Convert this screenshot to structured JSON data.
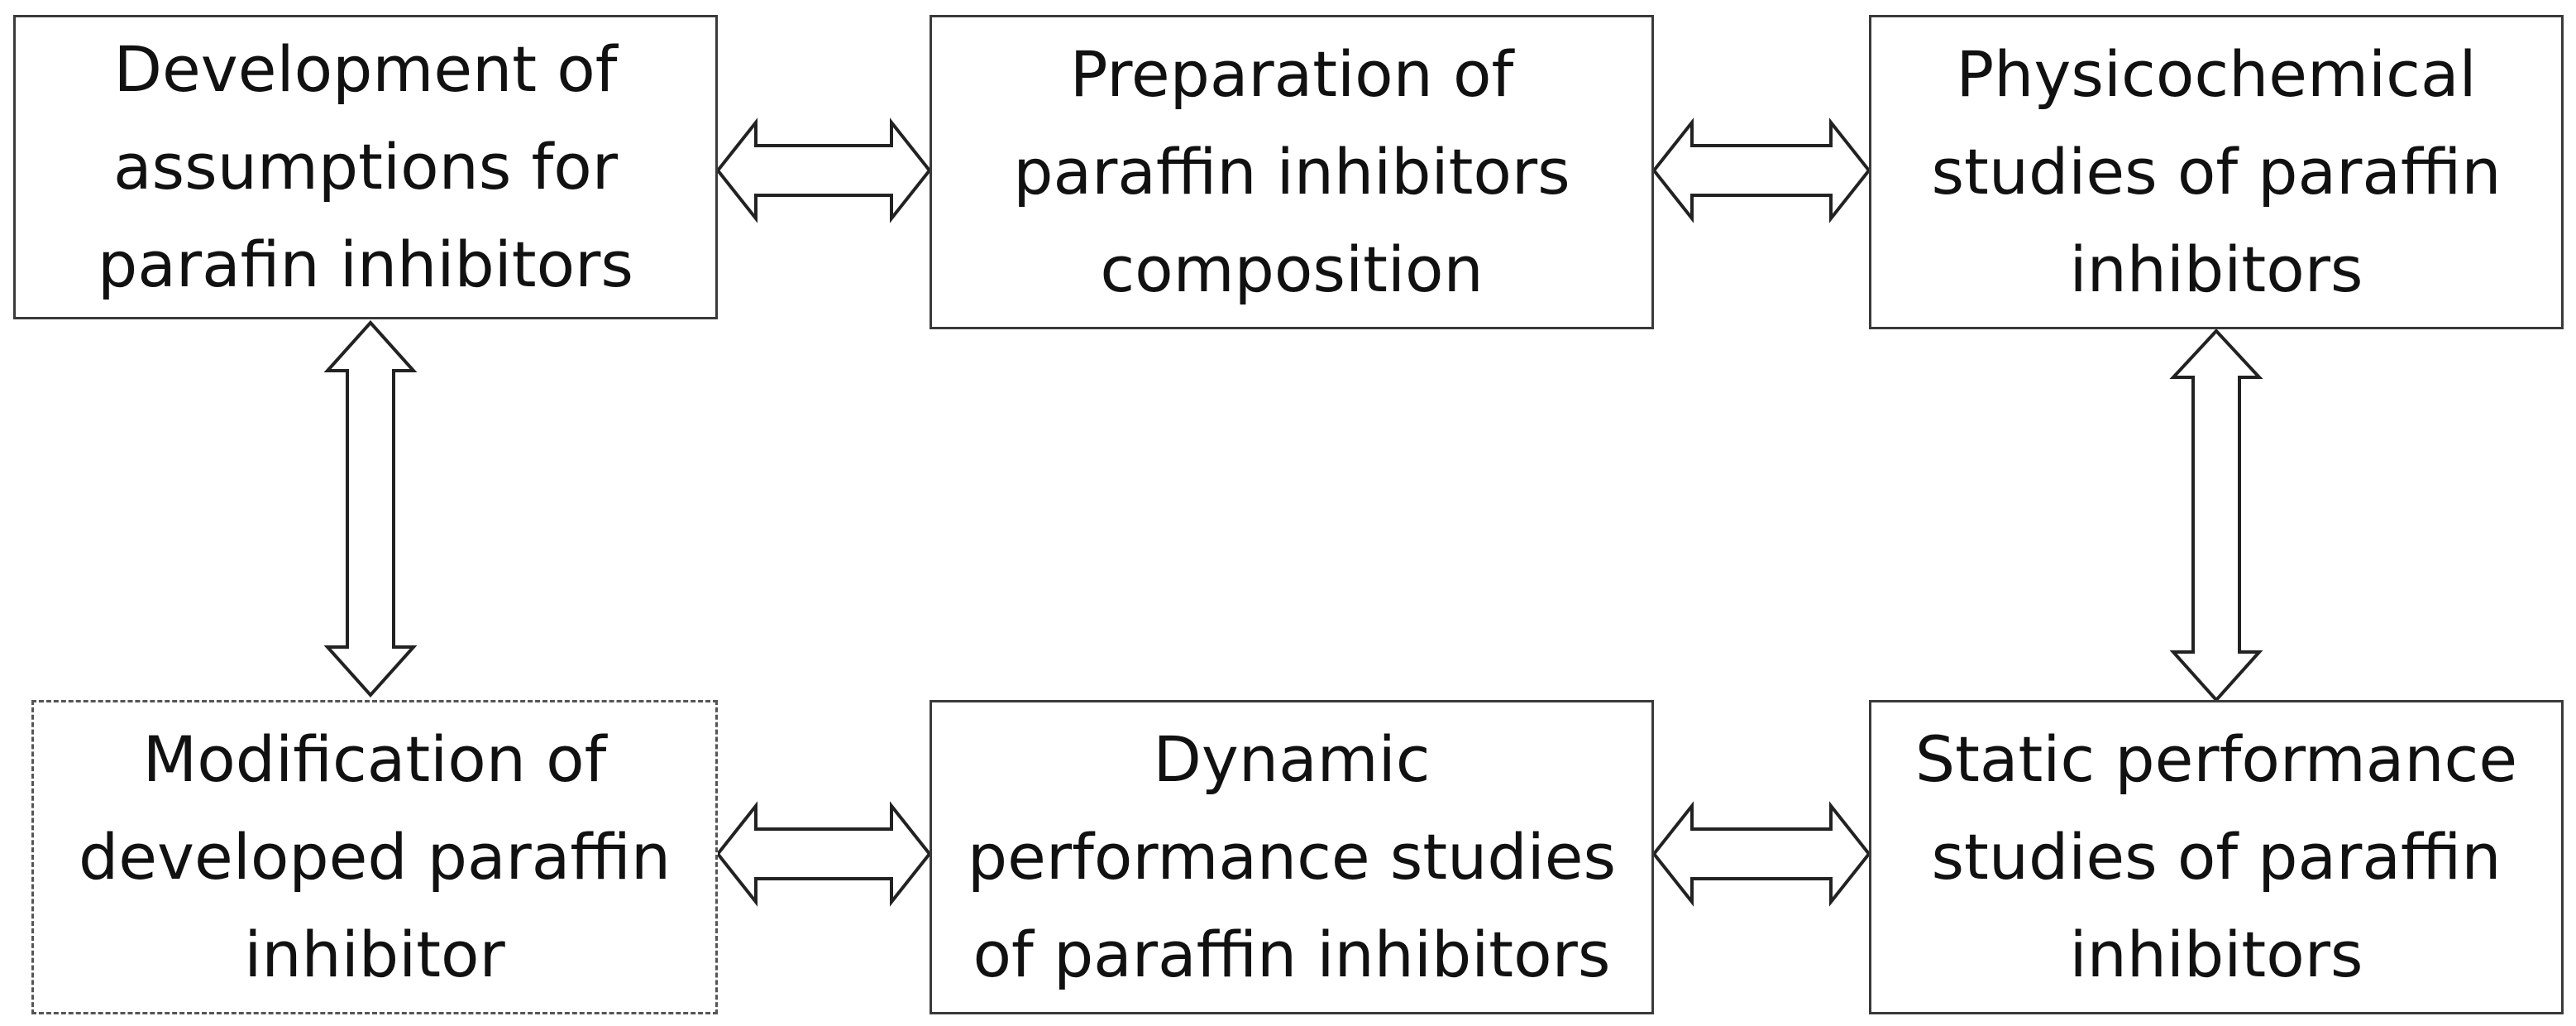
{
  "boxes": {
    "development": "Development of assumptions for parafin inhibitors",
    "preparation": "Preparation of paraffin inhibitors composition",
    "physicochemical": "Physicochemical studies of paraffin inhibitors",
    "modification": "Modification of developed paraffin inhibitor",
    "dynamic": "Dynamic performance studies of paraffin inhibitors",
    "static": "Static performance studies of paraffin inhibitors"
  },
  "arrows": [
    {
      "from": "development",
      "to": "preparation",
      "direction": "bidirectional"
    },
    {
      "from": "preparation",
      "to": "physicochemical",
      "direction": "bidirectional"
    },
    {
      "from": "development",
      "to": "modification",
      "direction": "bidirectional"
    },
    {
      "from": "physicochemical",
      "to": "static",
      "direction": "bidirectional"
    },
    {
      "from": "modification",
      "to": "dynamic",
      "direction": "bidirectional"
    },
    {
      "from": "dynamic",
      "to": "static",
      "direction": "bidirectional"
    }
  ]
}
